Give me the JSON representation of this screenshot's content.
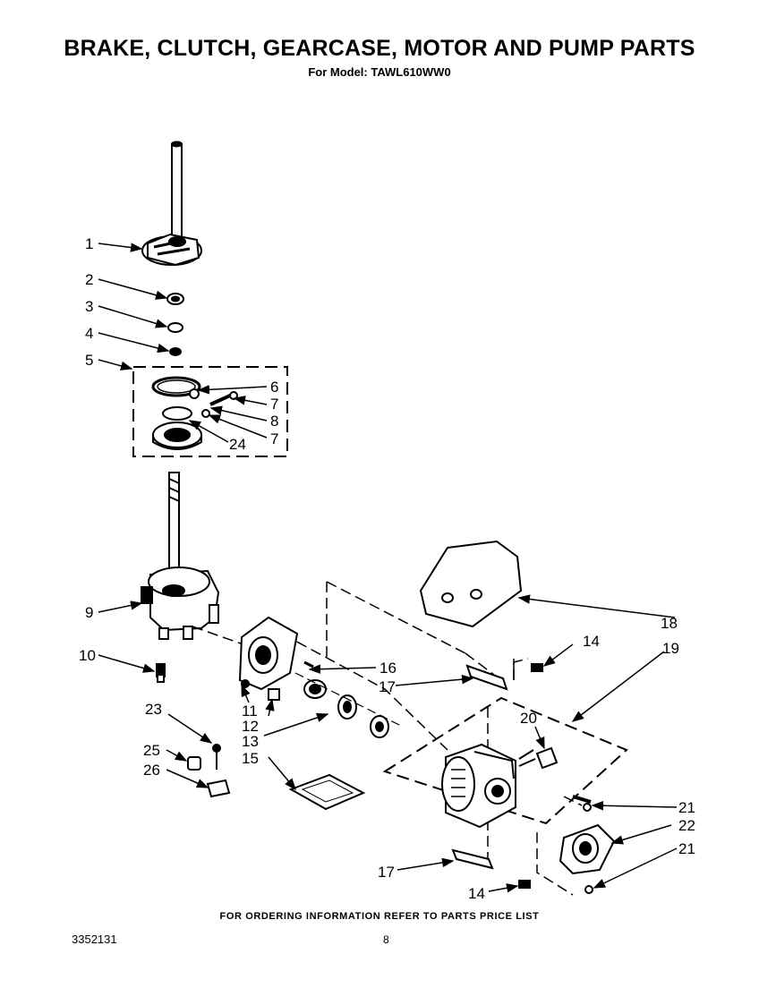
{
  "header": {
    "title": "BRAKE, CLUTCH, GEARCASE, MOTOR AND PUMP PARTS",
    "subtitle": "For Model: TAWL610WW0"
  },
  "footer": {
    "note": "FOR ORDERING INFORMATION REFER TO PARTS PRICE LIST",
    "doc_number": "3352131",
    "page_number": "8"
  },
  "callouts": {
    "c1": "1",
    "c2": "2",
    "c3": "3",
    "c4": "4",
    "c5": "5",
    "c6": "6",
    "c7a": "7",
    "c8": "8",
    "c7b": "7",
    "c24": "24",
    "c9": "9",
    "c10": "10",
    "c11": "11",
    "c12": "12",
    "c13": "13",
    "c15": "15",
    "c16": "16",
    "c17a": "17",
    "c14a": "14",
    "c18": "18",
    "c19": "19",
    "c20": "20",
    "c23": "23",
    "c25": "25",
    "c26": "26",
    "c21a": "21",
    "c22": "22",
    "c21b": "21",
    "c17b": "17",
    "c14b": "14"
  }
}
